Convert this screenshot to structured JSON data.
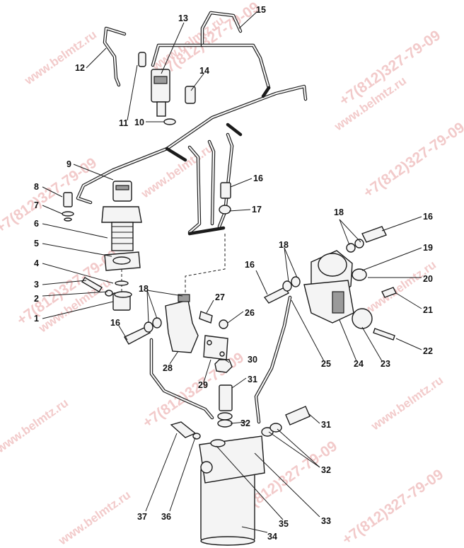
{
  "callouts": [
    {
      "id": "1",
      "text": "1"
    },
    {
      "id": "2",
      "text": "2"
    },
    {
      "id": "3",
      "text": "3"
    },
    {
      "id": "4",
      "text": "4"
    },
    {
      "id": "5",
      "text": "5"
    },
    {
      "id": "6",
      "text": "6"
    },
    {
      "id": "7",
      "text": "7"
    },
    {
      "id": "8",
      "text": "8"
    },
    {
      "id": "9",
      "text": "9"
    },
    {
      "id": "10",
      "text": "10"
    },
    {
      "id": "11",
      "text": "11"
    },
    {
      "id": "12",
      "text": "12"
    },
    {
      "id": "13",
      "text": "13"
    },
    {
      "id": "14",
      "text": "14"
    },
    {
      "id": "15",
      "text": "15"
    },
    {
      "id": "16a",
      "text": "16"
    },
    {
      "id": "16b",
      "text": "16"
    },
    {
      "id": "16c",
      "text": "16"
    },
    {
      "id": "16d",
      "text": "16"
    },
    {
      "id": "17",
      "text": "17"
    },
    {
      "id": "18a",
      "text": "18"
    },
    {
      "id": "18b",
      "text": "18"
    },
    {
      "id": "18c",
      "text": "18"
    },
    {
      "id": "19",
      "text": "19"
    },
    {
      "id": "20",
      "text": "20"
    },
    {
      "id": "21",
      "text": "21"
    },
    {
      "id": "22",
      "text": "22"
    },
    {
      "id": "23",
      "text": "23"
    },
    {
      "id": "24",
      "text": "24"
    },
    {
      "id": "25",
      "text": "25"
    },
    {
      "id": "26",
      "text": "26"
    },
    {
      "id": "27",
      "text": "27"
    },
    {
      "id": "28",
      "text": "28"
    },
    {
      "id": "29",
      "text": "29"
    },
    {
      "id": "30",
      "text": "30"
    },
    {
      "id": "31a",
      "text": "31"
    },
    {
      "id": "31b",
      "text": "31"
    },
    {
      "id": "32a",
      "text": "32"
    },
    {
      "id": "32b",
      "text": "32"
    },
    {
      "id": "33",
      "text": "33"
    },
    {
      "id": "34",
      "text": "34"
    },
    {
      "id": "35",
      "text": "35"
    },
    {
      "id": "36",
      "text": "36"
    },
    {
      "id": "37",
      "text": "37"
    }
  ],
  "watermarks": {
    "site": "www.belmtz.ru",
    "phone": "+7(812)327-79-09"
  },
  "colors": {
    "watermark": "#e8a0a0",
    "line": "#1b1b1b",
    "background": "#ffffff"
  }
}
